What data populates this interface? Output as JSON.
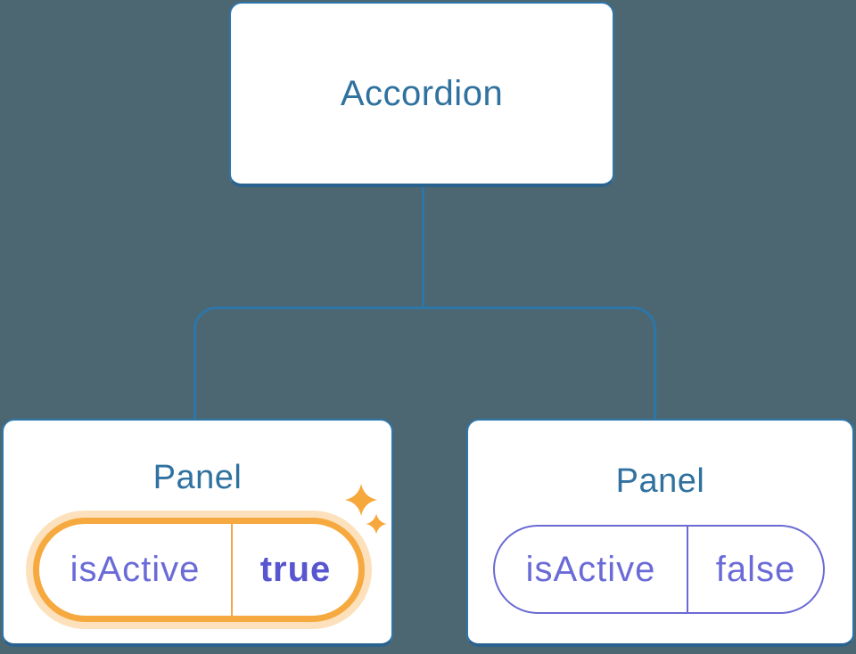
{
  "diagram": {
    "description": "React component tree: Accordion parent with two Panel children holding isActive state",
    "root": {
      "label": "Accordion"
    },
    "children": [
      {
        "title": "Panel",
        "state": {
          "name": "isActive",
          "value": "true"
        },
        "active": true,
        "badge_icon": "sparkles-icon"
      },
      {
        "title": "Panel",
        "state": {
          "name": "isActive",
          "value": "false"
        },
        "active": false
      }
    ]
  },
  "colors": {
    "background": "#4c6772",
    "card_fill": "#ffffff",
    "card_border_blue": "#2e76a9",
    "card_border_bottom_blue": "#2a628f",
    "connector_blue": "#2d76a8",
    "label_blue": "#30729f",
    "state_purple": "#6b6bd8",
    "state_purple_bold": "#5755d0",
    "pill_purple_border": "#6a6ad4",
    "highlight_orange": "#f6a93f",
    "highlight_orange_halo": "rgba(246,170,64,0.35)",
    "sparkle_orange": "#f6a83c"
  }
}
